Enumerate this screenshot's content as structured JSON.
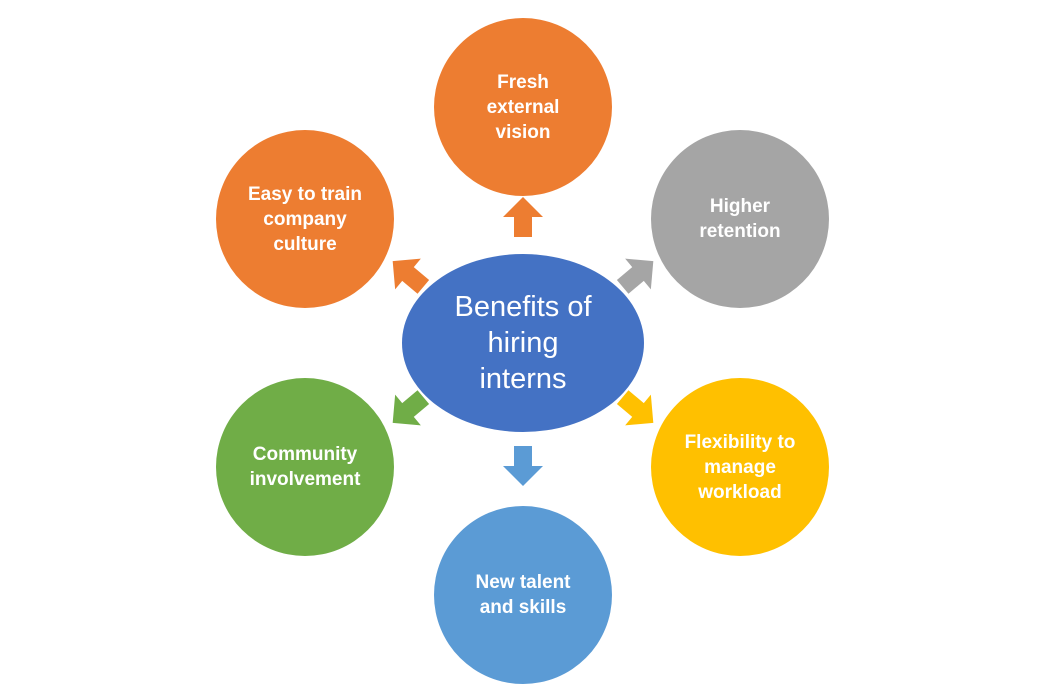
{
  "diagram": {
    "center": {
      "label": "Benefits of\nhiring\ninterns",
      "color": "#4472C4"
    },
    "nodes": [
      {
        "id": "top",
        "label": "Fresh\nexternal\nvision",
        "color": "#ED7D31"
      },
      {
        "id": "tr",
        "label": "Higher\nretention",
        "color": "#A5A5A5"
      },
      {
        "id": "br",
        "label": "Flexibility to\nmanage\nworkload",
        "color": "#FFC000"
      },
      {
        "id": "bottom",
        "label": "New talent\nand skills",
        "color": "#5B9BD5"
      },
      {
        "id": "bl",
        "label": "Community\ninvolvement",
        "color": "#70AD47"
      },
      {
        "id": "tl",
        "label": "Easy to train\ncompany\nculture",
        "color": "#ED7D31"
      }
    ]
  }
}
